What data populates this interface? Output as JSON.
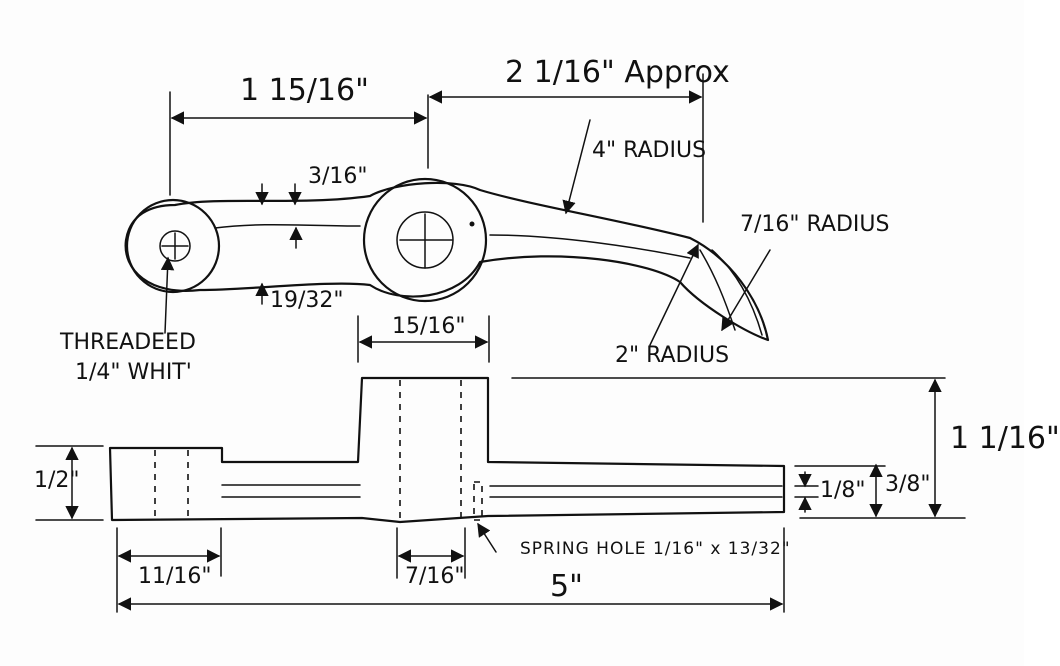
{
  "dimensions": {
    "d1": "1 15/16\"",
    "d2": "2 1/16\" Approx",
    "d3": "3/16\"",
    "d4": "19/32\"",
    "d5": "15/16\"",
    "d6": "1 1/16\"",
    "d7": "1/2\"",
    "d8": "1/8\"",
    "d9": "3/8\"",
    "d10": "11/16\"",
    "d11": "7/16\"",
    "d12": "5\""
  },
  "notes": {
    "radius4": "4\" RADIUS",
    "radius716": "7/16\" RADIUS",
    "radius2": "2\" RADIUS",
    "thread_line1": "THREADEED",
    "thread_line2": "1/4\" WHIT'",
    "spring": "SPRING HOLE 1/16\" x 13/32\""
  }
}
